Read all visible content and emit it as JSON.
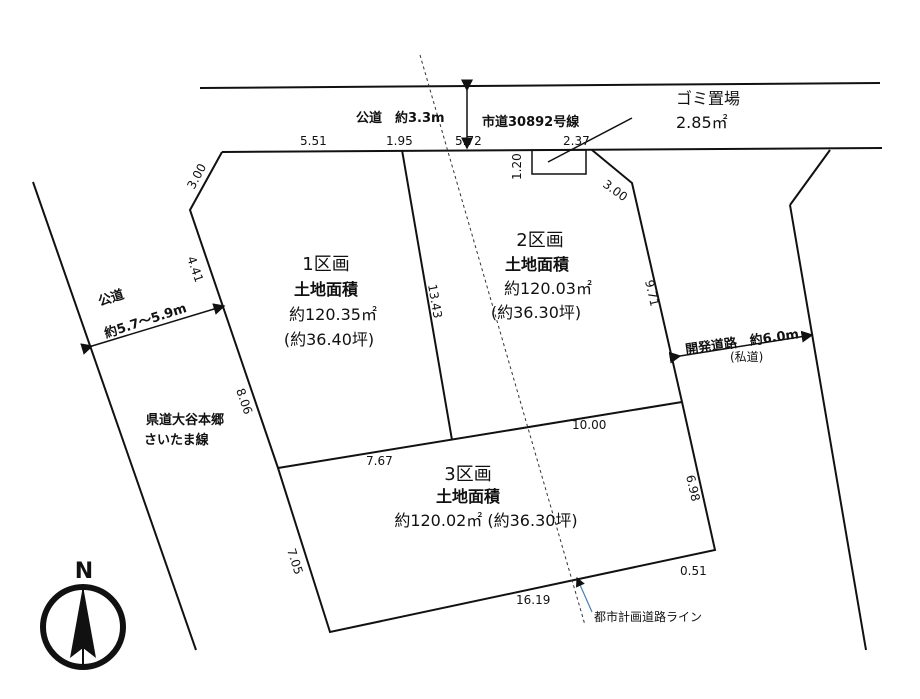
{
  "roads": {
    "north_public_road": "公道　約3.3m",
    "north_city_road": "市道30892号線",
    "west_public_road": "公道",
    "west_road_width": "約5.7～5.9m",
    "west_prefectural_road_1": "県道大谷本郷",
    "west_prefectural_road_2": "さいたま線",
    "east_dev_road": "開発道路　約6.0m",
    "east_private": "(私道)",
    "city_plan_line": "都市計画道路ライン"
  },
  "garbage": {
    "label": "ゴミ置場",
    "area": "2.85㎡",
    "depth": "1.20"
  },
  "lots": [
    {
      "name": "1区画",
      "title": "土地面積",
      "area": "約120.35㎡",
      "tsubo": "(約36.40坪)"
    },
    {
      "name": "2区画",
      "title": "土地面積",
      "area": "約120.03㎡",
      "tsubo": "(約36.30坪)"
    },
    {
      "name": "3区画",
      "title": "土地面積",
      "area_line": "約120.02㎡ (約36.30坪)"
    }
  ],
  "dims": {
    "top_1": "5.51",
    "top_2": "1.95",
    "top_3": "5.72",
    "top_4": "2.37",
    "corner_nw": "3.00",
    "corner_ne": "3.00",
    "west_1": "4.41",
    "west_2": "8.06",
    "west_3": "7.05",
    "div_12": "13.43",
    "east_2": "9.71",
    "div_23": "10.00",
    "div_13": "7.67",
    "east_3": "6.98",
    "se_small": "0.51",
    "bottom": "16.19"
  },
  "compass": {
    "north": "N"
  }
}
